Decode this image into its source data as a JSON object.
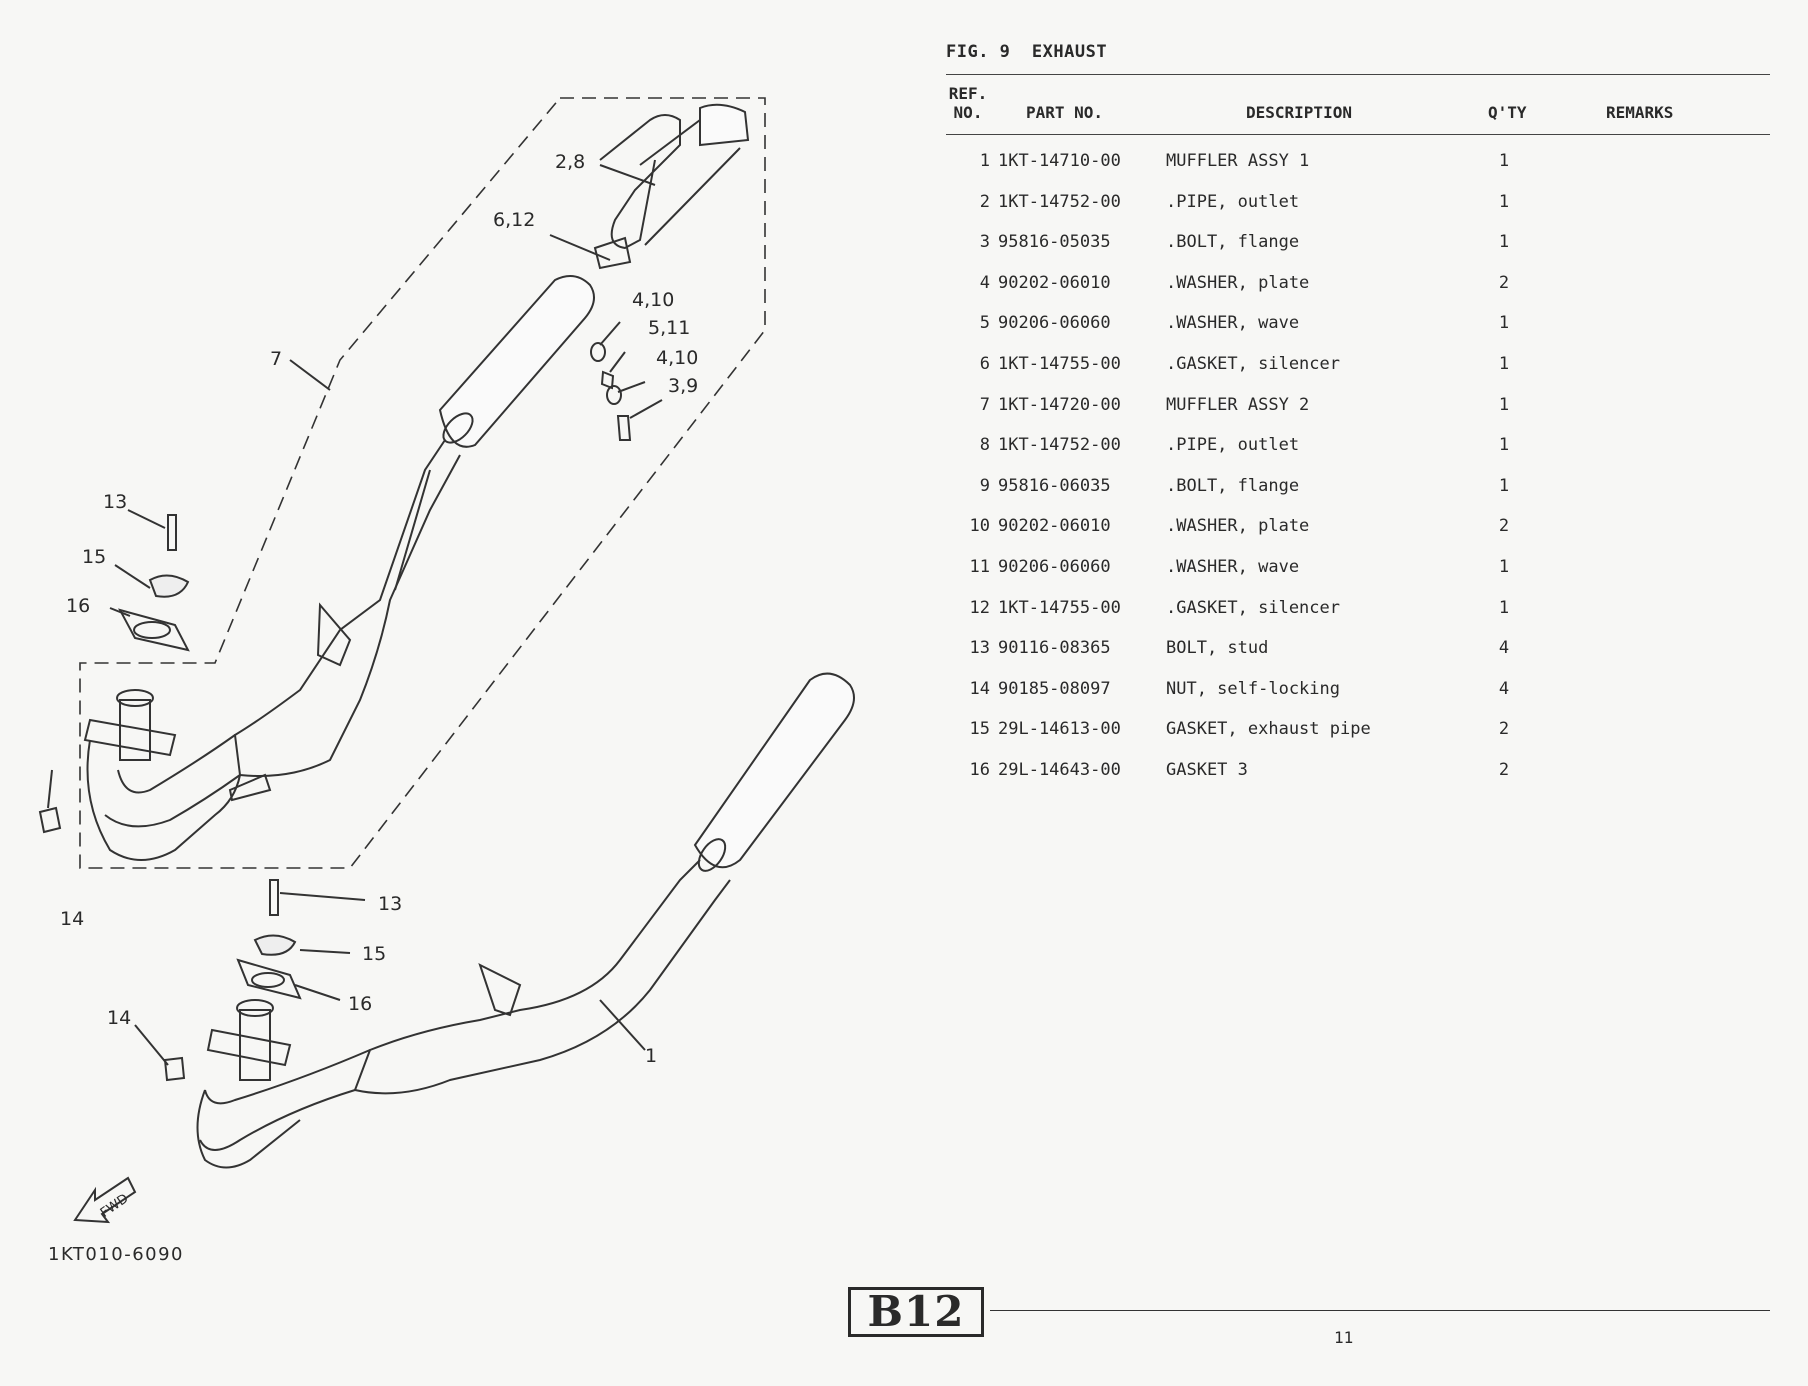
{
  "figure": {
    "number": "FIG. 9",
    "title": "EXHAUST"
  },
  "table": {
    "headers": {
      "ref_no_line1": "REF.",
      "ref_no_line2": "NO.",
      "part_no": "PART NO.",
      "description": "DESCRIPTION",
      "qty": "Q'TY",
      "remarks": "REMARKS"
    },
    "rows": [
      {
        "ref": "1",
        "part_no": "1KT-14710-00",
        "description": "MUFFLER ASSY 1",
        "qty": "1"
      },
      {
        "ref": "2",
        "part_no": "1KT-14752-00",
        "description": ".PIPE, outlet",
        "qty": "1"
      },
      {
        "ref": "3",
        "part_no": "95816-05035",
        "description": ".BOLT, flange",
        "qty": "1"
      },
      {
        "ref": "4",
        "part_no": "90202-06010",
        "description": ".WASHER, plate",
        "qty": "2"
      },
      {
        "ref": "5",
        "part_no": "90206-06060",
        "description": ".WASHER, wave",
        "qty": "1"
      },
      {
        "ref": "6",
        "part_no": "1KT-14755-00",
        "description": ".GASKET, silencer",
        "qty": "1"
      },
      {
        "ref": "7",
        "part_no": "1KT-14720-00",
        "description": "MUFFLER ASSY 2",
        "qty": "1"
      },
      {
        "ref": "8",
        "part_no": "1KT-14752-00",
        "description": ".PIPE, outlet",
        "qty": "1"
      },
      {
        "ref": "9",
        "part_no": "95816-06035",
        "description": ".BOLT, flange",
        "qty": "1"
      },
      {
        "ref": "10",
        "part_no": "90202-06010",
        "description": ".WASHER, plate",
        "qty": "2"
      },
      {
        "ref": "11",
        "part_no": "90206-06060",
        "description": ".WASHER, wave",
        "qty": "1"
      },
      {
        "ref": "12",
        "part_no": "1KT-14755-00",
        "description": ".GASKET, silencer",
        "qty": "1"
      },
      {
        "ref": "13",
        "part_no": "90116-08365",
        "description": "BOLT, stud",
        "qty": "4"
      },
      {
        "ref": "14",
        "part_no": "90185-08097",
        "description": "NUT, self-locking",
        "qty": "4"
      },
      {
        "ref": "15",
        "part_no": "29L-14613-00",
        "description": "GASKET, exhaust pipe",
        "qty": "2"
      },
      {
        "ref": "16",
        "part_no": "29L-14643-00",
        "description": "GASKET 3",
        "qty": "2"
      }
    ]
  },
  "diagram": {
    "callouts": {
      "c_2_8": "2,8",
      "c_6_12": "6,12",
      "c_4_10_a": "4,10",
      "c_5_11": "5,11",
      "c_4_10_b": "4,10",
      "c_3_9": "3,9",
      "c_7": "7",
      "c_13_a": "13",
      "c_15_a": "15",
      "c_16_a": "16",
      "c_14_a": "14",
      "c_13_b": "13",
      "c_15_b": "15",
      "c_16_b": "16",
      "c_14_b": "14",
      "c_1": "1"
    },
    "fwd_label": "FWD",
    "drawing_code": "1KT010-6090"
  },
  "footer": {
    "section_code": "B12",
    "page_number": "11"
  }
}
